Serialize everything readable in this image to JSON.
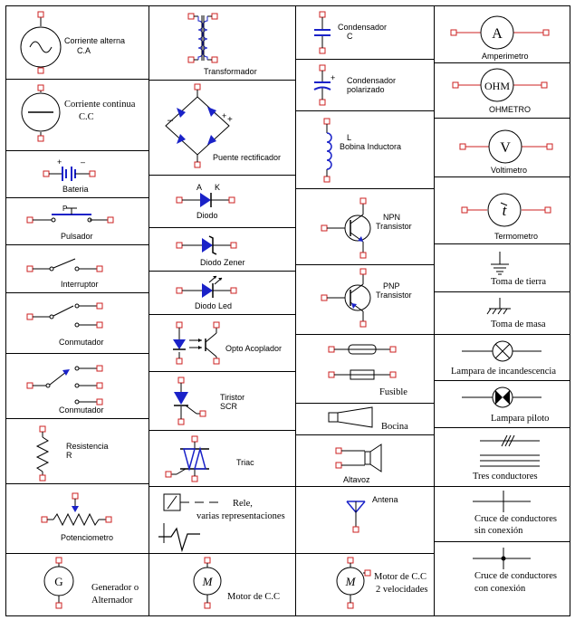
{
  "symbols": {
    "ac": {
      "l1": "Corriente alterna",
      "l2": "C.A"
    },
    "dc": {
      "l1": "Corriente continua",
      "l2": "C.C"
    },
    "battery": "Bateria",
    "pushbutton": "Pulsador",
    "switch": "Interruptor",
    "changeover": "Conmutador",
    "changeover2": "Conmutador",
    "resistor": {
      "l1": "Resistencia",
      "l2": "R"
    },
    "potentiometer": "Potenciometro",
    "generator": {
      "symbol": "G",
      "l1": "Generador o",
      "l2": "Alternador"
    },
    "transformer": "Transformador",
    "bridge": "Puente rectificador",
    "diode": {
      "label": "Diodo",
      "a": "A",
      "k": "K"
    },
    "zener": "Diodo Zener",
    "led": "Diodo Led",
    "opto": "Opto Acoplador",
    "thyristor": {
      "l1": "Tiristor",
      "l2": "SCR"
    },
    "triac": "Triac",
    "relay": {
      "l1": "Rele,",
      "l2": "varias representaciones"
    },
    "dcmotor": {
      "symbol": "M",
      "label": "Motor de C.C"
    },
    "capacitor": {
      "l1": "Condensador",
      "l2": "C"
    },
    "polcap": {
      "l1": "Condensador",
      "l2": "polarizado"
    },
    "inductor": {
      "l1": "L",
      "l2": "Bobina Inductora"
    },
    "npn": {
      "l1": "NPN",
      "l2": "Transistor"
    },
    "pnp": {
      "l1": "PNP",
      "l2": "Transistor"
    },
    "fuse": "Fusible",
    "horn": "Bocina",
    "speaker": "Altavoz",
    "antenna": "Antena",
    "motor2": {
      "symbol": "M",
      "l1": "Motor de C.C",
      "l2": "2 velocidades"
    },
    "ammeter": {
      "symbol": "A",
      "label": "Amperimetro"
    },
    "ohmmeter": {
      "symbol": "OHM",
      "label": "OHMETRO"
    },
    "voltmeter": {
      "symbol": "V",
      "label": "Voltimetro"
    },
    "thermometer": {
      "symbol": "t",
      "label": "Termometro"
    },
    "earth": "Toma de tierra",
    "chassis": "Toma de masa",
    "lamp": "Lampara de incandescencia",
    "pilot": "Lampara piloto",
    "three": "Tres conductores",
    "cross_no": {
      "l1": "Cruce de conductores",
      "l2": "sin conexión"
    },
    "cross_yes": {
      "l1": "Cruce de conductores",
      "l2": "con conexión"
    }
  },
  "colors": {
    "line": "#000000",
    "component": "#1a22c8",
    "terminal": "#cc2b2b",
    "lamp_fill": "#000000"
  }
}
